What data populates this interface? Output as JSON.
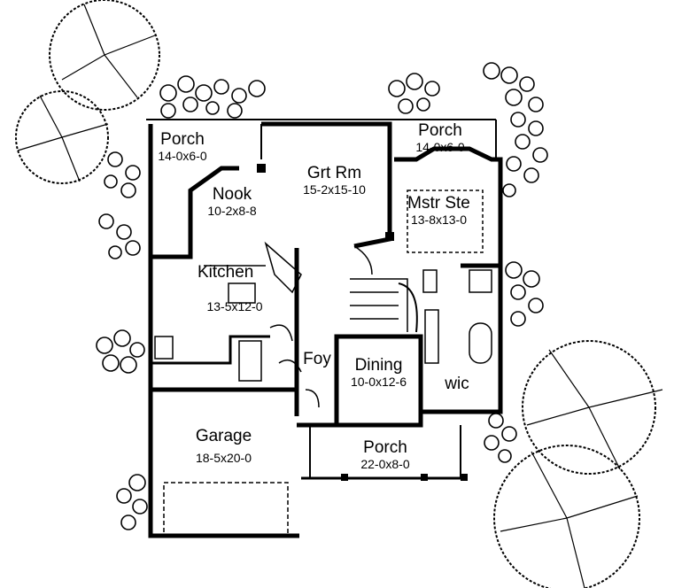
{
  "rooms": {
    "porch_left": {
      "name": "Porch",
      "dims": "14-0x6-0"
    },
    "nook": {
      "name": "Nook",
      "dims": "10-2x8-8"
    },
    "great_room": {
      "name": "Grt Rm",
      "dims": "15-2x15-10"
    },
    "porch_right": {
      "name": "Porch",
      "dims": "14-0x6-0"
    },
    "master_suite": {
      "name": "Mstr Ste",
      "dims": "13-8x13-0"
    },
    "kitchen": {
      "name": "Kitchen",
      "dims": "13-5x12-0"
    },
    "foyer": {
      "name": "Foy"
    },
    "dining": {
      "name": "Dining",
      "dims": "10-0x12-6"
    },
    "walk_in_closet": {
      "name": "wic"
    },
    "garage": {
      "name": "Garage",
      "dims": "18-5x20-0"
    },
    "porch_front": {
      "name": "Porch",
      "dims": "22-0x8-0"
    }
  }
}
